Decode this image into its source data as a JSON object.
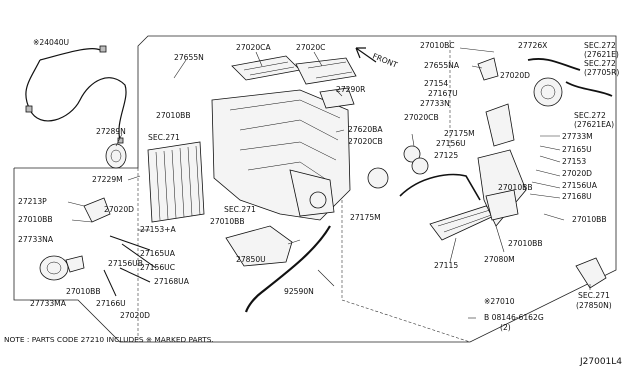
{
  "diagram": {
    "ref_code": "J27001L4",
    "note": "NOTE : PARTS CODE 27210 INCLUDES ※ MARKED PARTS.",
    "front_label": "FRONT",
    "labels": {
      "p24040U": "※24040U",
      "p27655N": "27655N",
      "p27010BB_a": "27010BB",
      "p27020CA": "27020CA",
      "p27020C": "27020C",
      "p27290R": "27290R",
      "p27010BC": "27010BC",
      "p27655NA": "27655NA",
      "p27726X": "27726X",
      "sec272a_1": "SEC.272",
      "sec272a_2": "(27621E)",
      "sec272b_1": "SEC.272",
      "sec272b_2": "(27705R)",
      "p27020D_a": "27020D",
      "p27154": "27154",
      "p27167U": "27167U",
      "p27733N": "27733N",
      "p27289N": "27289N",
      "sec271a": "SEC.271",
      "p27620BA": "27620BA",
      "p27020CB_a": "27020CB",
      "p27020CB_b": "27020CB",
      "p27175M_a": "27175M",
      "p27156U": "27156U",
      "p27125": "27125",
      "sec272c_1": "SEC.272",
      "sec272c_2": "(27621EA)",
      "p27733M": "27733M",
      "p27165U": "27165U",
      "p27153": "27153",
      "p27020D_b": "27020D",
      "p27156UA": "27156UA",
      "p27168U": "27168U",
      "p27010BB_b": "27010BB",
      "p27229M": "27229M",
      "p27213P": "27213P",
      "p27010BB_c": "27010BB",
      "p27020D_c": "27020D",
      "p27153A": "27153+A",
      "sec271b": "SEC.271",
      "p27010BB_d": "27010BB",
      "p27175M_b": "27175M",
      "p27010BB_e": "27010BB",
      "p27733NA": "27733NA",
      "p27165UA": "27165UA",
      "p27156UB": "27156UB",
      "p27156UC": "27156UC",
      "p27168UA": "27168UA",
      "p27010BB_f": "27010BB",
      "p27850U": "27850U",
      "p92590N": "92590N",
      "p27115": "27115",
      "p27080M": "27080M",
      "p27010BB_g": "27010BB",
      "p27733MA": "27733MA",
      "p27166U": "27166U",
      "p27020D_d": "27020D",
      "p27010": "※27010",
      "bolt_1": "B 08146-6162G",
      "bolt_2": "(2)",
      "sec271c_1": "SEC.271",
      "sec271c_2": "(27850N)"
    }
  }
}
